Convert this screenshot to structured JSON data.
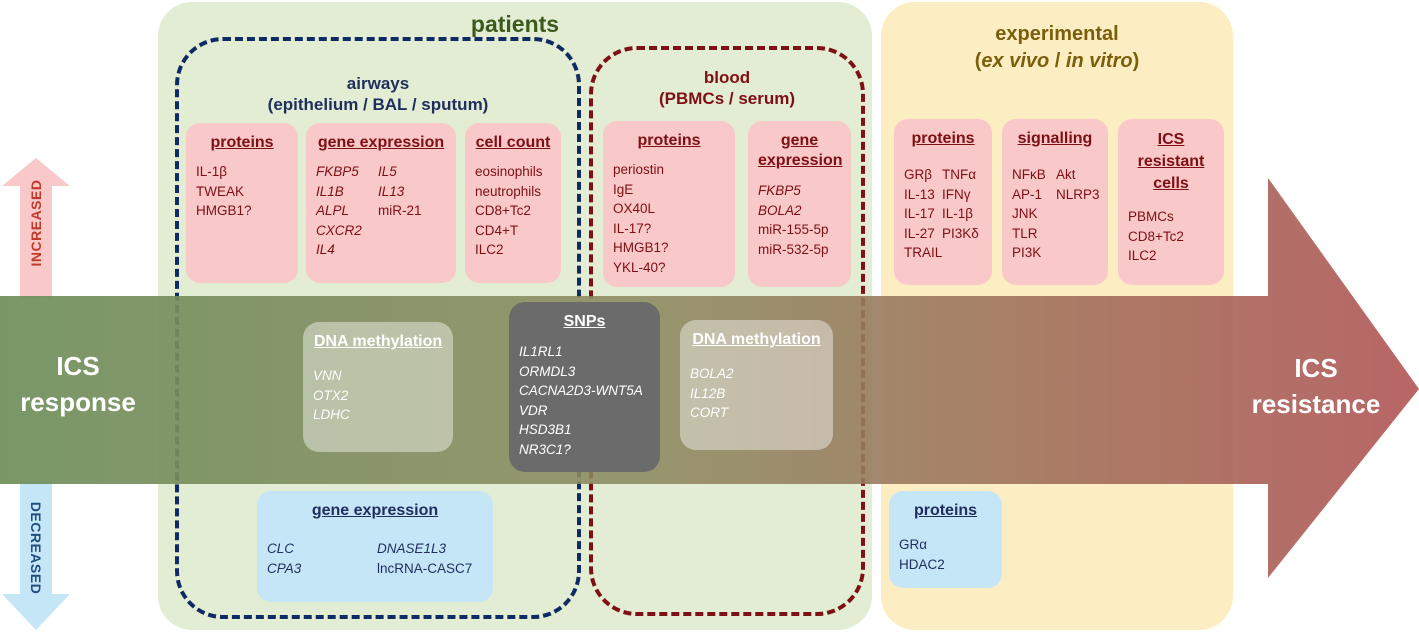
{
  "groups": {
    "patients": "patients",
    "experimental_line1": "experimental",
    "experimental_line2_em1": "ex vivo",
    "experimental_line2_sep": " / ",
    "experimental_line2_em2": "in vitro"
  },
  "airways": {
    "title1": "airways",
    "title2": "(epithelium / BAL / sputum)"
  },
  "blood": {
    "title1": "blood",
    "title2": "(PBMCs / serum)"
  },
  "axis": {
    "left_line1": "ICS",
    "left_line2": "response",
    "right_line1": "ICS",
    "right_line2": "resistance",
    "increased": "INCREASED",
    "decreased": "DECREASED"
  },
  "airway_proteins": {
    "title": "proteins",
    "items": [
      "IL-1β",
      "TWEAK",
      "HMGB1?"
    ]
  },
  "airway_gene_expression": {
    "title": "gene expression",
    "col1": [
      "FKBP5",
      "IL1B",
      "ALPL",
      "CXCR2",
      "IL4"
    ],
    "col2": [
      "IL5",
      "IL13",
      "miR-21"
    ]
  },
  "airway_cell_count": {
    "title": "cell count",
    "items": [
      "eosinophils",
      "neutrophils",
      "CD8+Tc2",
      "CD4+T",
      "ILC2"
    ]
  },
  "blood_proteins": {
    "title": "proteins",
    "items": [
      "periostin",
      "IgE",
      "OX40L",
      "IL-17?",
      "HMGB1?",
      "YKL-40?"
    ]
  },
  "blood_gene_expression": {
    "title1": "gene",
    "title2": "expression",
    "items_italic": [
      "FKBP5",
      "BOLA2"
    ],
    "items": [
      "miR-155-5p",
      "miR-532-5p"
    ]
  },
  "exp_proteins": {
    "title": "proteins",
    "col1": [
      "GRβ",
      "IL-13",
      "IL-17",
      "IL-27",
      "TRAIL"
    ],
    "col2": [
      "TNFα",
      "IFNγ",
      "IL-1β",
      "PI3Kδ"
    ]
  },
  "exp_signalling": {
    "title": "signalling",
    "col1": [
      "NFκB",
      "AP-1",
      "JNK",
      "TLR",
      "PI3K"
    ],
    "col2": [
      "Akt",
      "NLRP3"
    ]
  },
  "exp_resistant_cells": {
    "title1": "ICS",
    "title2": "resistant",
    "title3": "cells",
    "items": [
      "PBMCs",
      "CD8+Tc2",
      "ILC2"
    ]
  },
  "airway_dna_methylation": {
    "title": "DNA methylation",
    "items": [
      "VNN",
      "OTX2",
      "LDHC"
    ]
  },
  "snps": {
    "title": "SNPs",
    "items": [
      "IL1RL1",
      "ORMDL3",
      "CACNA2D3-WNT5A",
      "VDR",
      "HSD3B1",
      "NR3C1?"
    ]
  },
  "blood_dna_methylation": {
    "title": "DNA methylation",
    "items": [
      "BOLA2",
      "IL12B",
      "CORT"
    ]
  },
  "airway_decreased_gene_expression": {
    "title": "gene expression",
    "col1": [
      "CLC",
      "CPA3"
    ],
    "col2_italic": "DNASE1L3",
    "col2_plain": "lncRNA-CASC7"
  },
  "exp_decreased_proteins": {
    "title": "proteins",
    "items": [
      "GRα",
      "HDAC2"
    ]
  },
  "colors": {
    "patients_bg": "#e2edd3",
    "experimental_bg": "#fdedc2",
    "pink_box": "#f9c9c9",
    "blue_box": "#c5e6f7",
    "airway_dash": "#0f2b63",
    "blood_dash": "#7e1015",
    "arrow_start": "#6f8f5b",
    "arrow_end": "#b35a5a"
  }
}
